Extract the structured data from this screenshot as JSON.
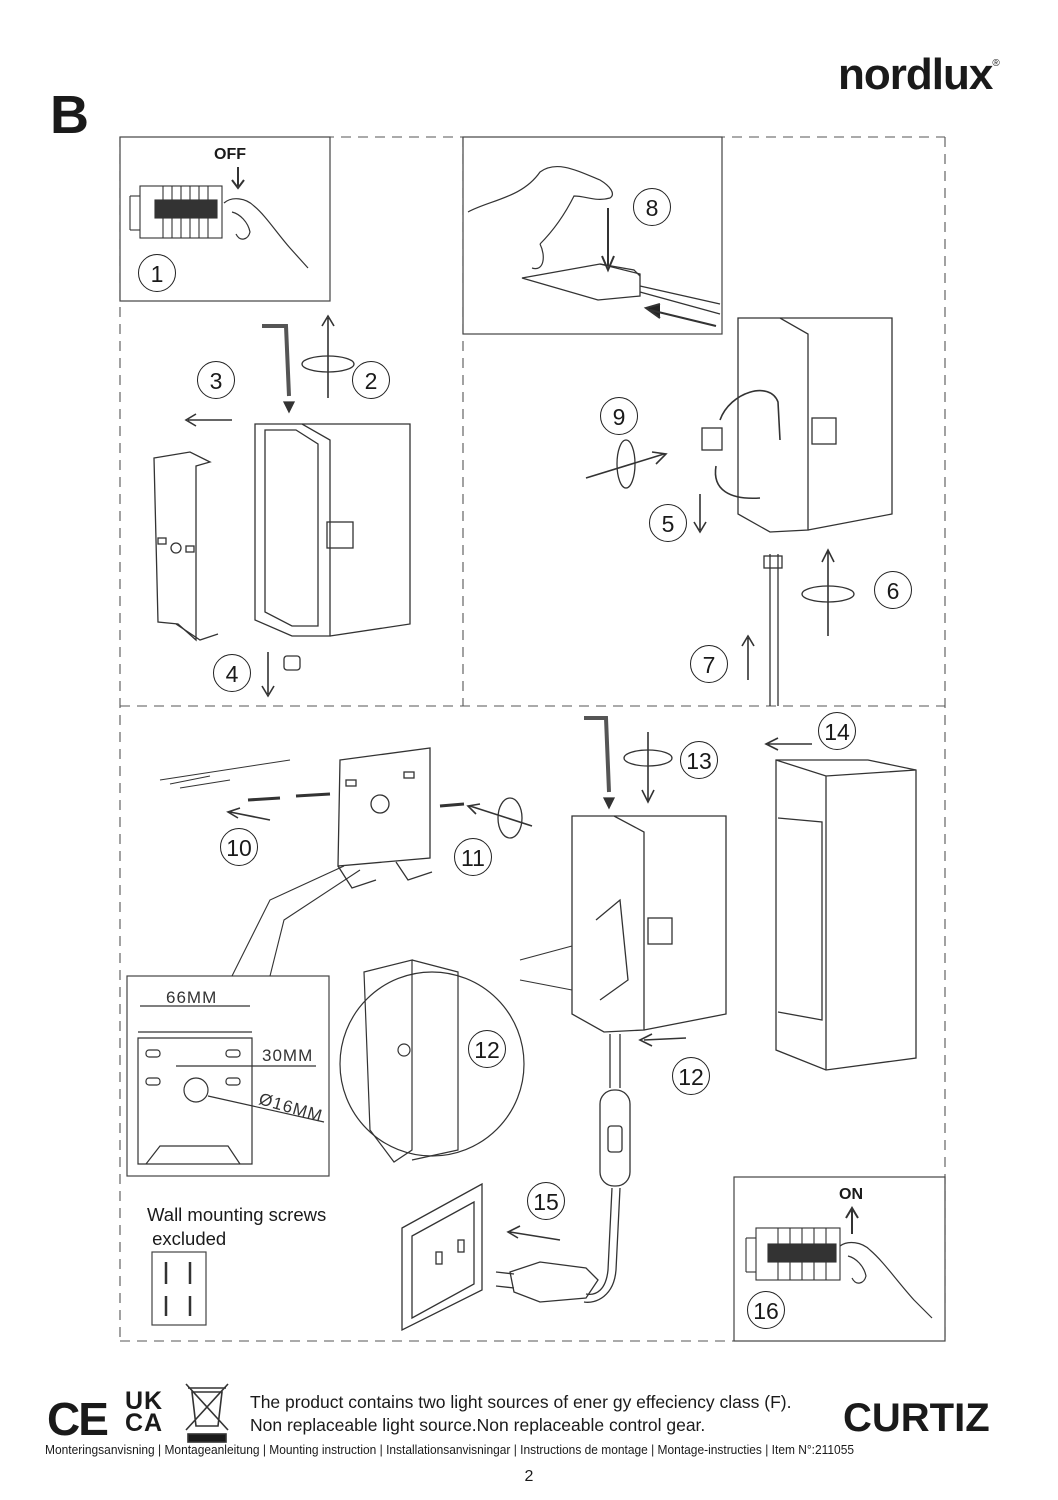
{
  "header": {
    "brand": "nordlux",
    "brand_mark": "®",
    "section_letter": "B"
  },
  "steps": {
    "s1": "1",
    "s2": "2",
    "s3": "3",
    "s4": "4",
    "s5": "5",
    "s6": "6",
    "s7": "7",
    "s8": "8",
    "s9": "9",
    "s10": "10",
    "s11": "11",
    "s12a": "12",
    "s12b": "12",
    "s13": "13",
    "s14": "14",
    "s15": "15",
    "s16": "16"
  },
  "switch_labels": {
    "off": "OFF",
    "on": "ON"
  },
  "dimensions": {
    "width": "66MM",
    "spacing": "30MM",
    "hole": "Ø16MM"
  },
  "notes": {
    "screws": "Wall mounting screws\n excluded"
  },
  "footer": {
    "marks": {
      "ce": "CE",
      "ukca": "UK CA"
    },
    "energy_line1": "The product contains two light sources of ener gy effeciency class (F).",
    "energy_line2": "Non replaceable light source.Non replaceable control gear.",
    "product_name": "CURTIZ",
    "instructions": "Monteringsanvisning | Montageanleitung | Mounting instruction | Installationsanvisningar | Instructions de montage | Montage-instructies | Item N°:211055",
    "page_number": "2"
  },
  "icons": [
    "weee-crossed-bin-icon",
    "hex-key-icon",
    "hand-icon",
    "breaker-panel-icon",
    "wall-plate-icon",
    "lamp-housing-icon",
    "plug-icon",
    "socket-icon",
    "screw-icon"
  ],
  "colors": {
    "ink": "#1a1a1a",
    "line": "#444444"
  }
}
